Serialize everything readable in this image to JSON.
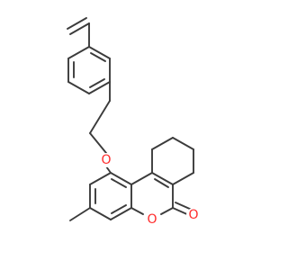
{
  "molecule": {
    "atoms": {
      "o_ether": "O",
      "o_ring": "O",
      "o_carbonyl": "O"
    },
    "colors": {
      "bond": "#3b3b3b",
      "oxygen": "#ff2a2a",
      "background": "#ffffff"
    }
  }
}
